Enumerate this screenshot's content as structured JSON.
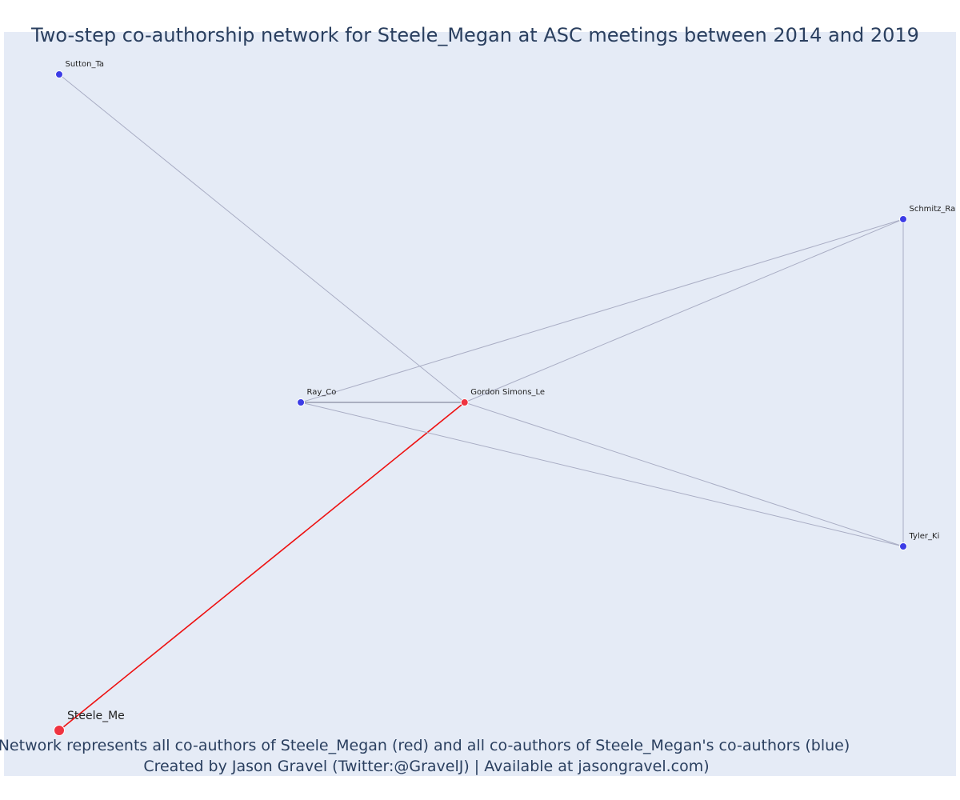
{
  "title": "Two-step co-authorship network for Steele_Megan at ASC meetings between 2014 and 2019",
  "caption": {
    "line1": "Network represents all co-authors of Steele_Megan (red) and all co-authors of Steele_Megan's co-authors (blue)",
    "line2": "Created by Jason Gravel (Twitter:@GravelJ) | Available at jasongravel.com)"
  },
  "colors": {
    "plot_bg": "#e5ebf6",
    "text": "#2a3f5f",
    "first_degree": "#ef3340",
    "second_degree": "#3c3ce6",
    "focal_edge": "#ee1111",
    "other_edge": "#a9adc4"
  },
  "chart_data": {
    "type": "network",
    "title": "Two-step co-authorship network for Steele_Megan at ASC meetings between 2014 and 2019",
    "x_range": [
      0,
      1
    ],
    "y_range": [
      0,
      1
    ],
    "grid": false,
    "legend": false,
    "nodes": [
      {
        "id": "Steele_Me",
        "label": "Steele_Me",
        "group": "focal",
        "x": 0.0,
        "y": 0.0
      },
      {
        "id": "Gordon Simons_Le",
        "label": "Gordon Simons_Le",
        "group": "first_degree",
        "x": 0.4803,
        "y": 0.5
      },
      {
        "id": "Ray_Co",
        "label": "Ray_Co",
        "group": "second_degree",
        "x": 0.2863,
        "y": 0.5
      },
      {
        "id": "Sutton_Ta",
        "label": "Sutton_Ta",
        "group": "second_degree",
        "x": 0.0,
        "y": 1.0
      },
      {
        "id": "Schmitz_Ra",
        "label": "Schmitz_Ra",
        "group": "second_degree",
        "x": 1.0,
        "y": 0.7793
      },
      {
        "id": "Tyler_Ki",
        "label": "Tyler_Ki",
        "group": "second_degree",
        "x": 1.0,
        "y": 0.2805
      }
    ],
    "edges": [
      {
        "source": "Steele_Me",
        "target": "Gordon Simons_Le",
        "focal": true
      },
      {
        "source": "Sutton_Ta",
        "target": "Gordon Simons_Le",
        "focal": false
      },
      {
        "source": "Ray_Co",
        "target": "Gordon Simons_Le",
        "focal": false
      },
      {
        "source": "Ray_Co",
        "target": "Schmitz_Ra",
        "focal": false
      },
      {
        "source": "Ray_Co",
        "target": "Tyler_Ki",
        "focal": false
      },
      {
        "source": "Gordon Simons_Le",
        "target": "Schmitz_Ra",
        "focal": false
      },
      {
        "source": "Gordon Simons_Le",
        "target": "Tyler_Ki",
        "focal": false
      },
      {
        "source": "Schmitz_Ra",
        "target": "Tyler_Ki",
        "focal": false
      }
    ]
  }
}
